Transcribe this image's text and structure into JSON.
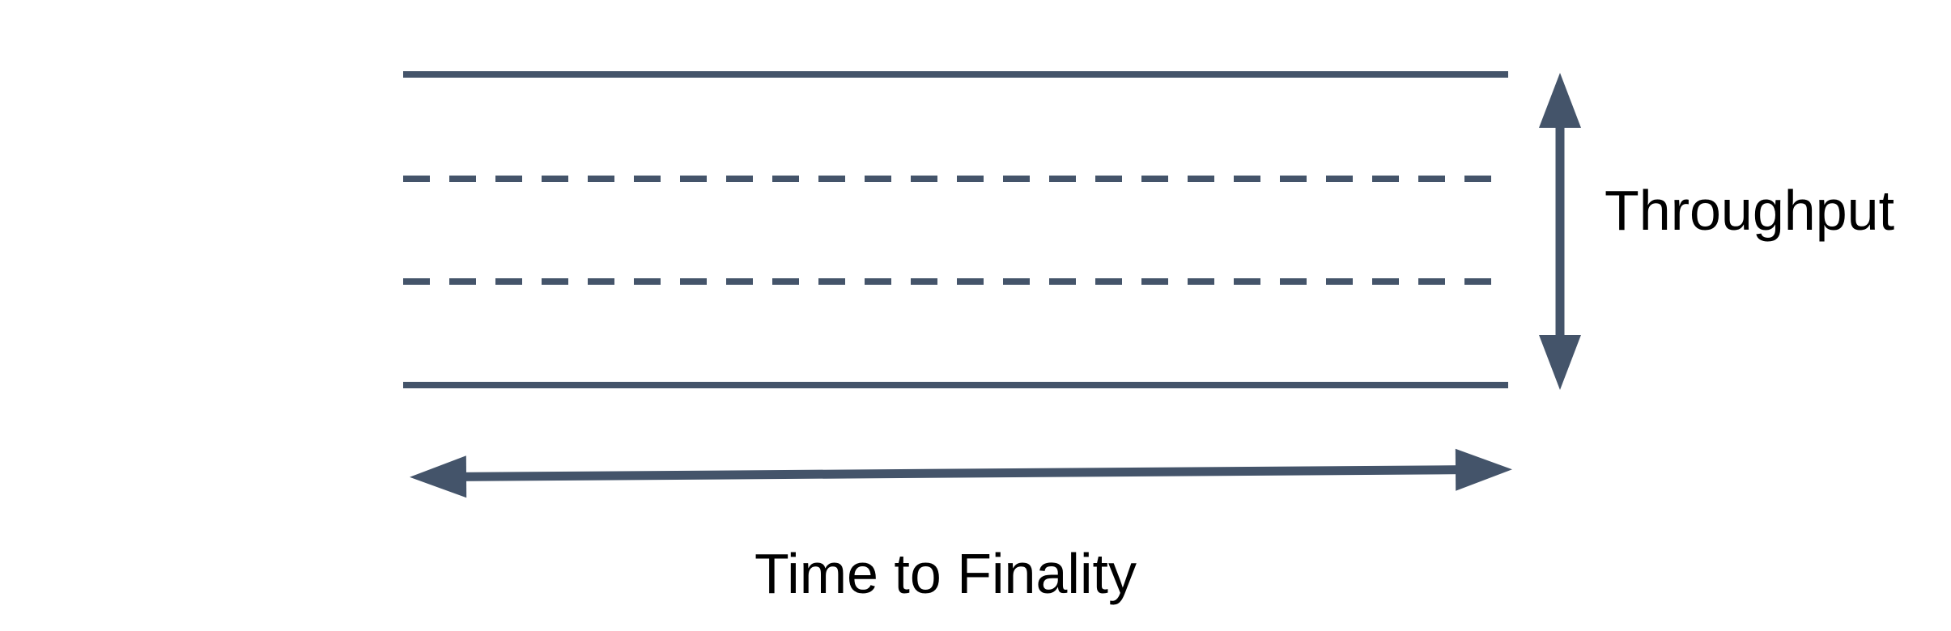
{
  "diagram": {
    "background_color": "#ffffff",
    "shape_color": "#44546A",
    "text_color": "#000000",
    "vertical_axis_label": "Throughput",
    "horizontal_axis_label": "Time to Finality",
    "lane_lines": [
      "solid",
      "dashed",
      "dashed",
      "solid"
    ],
    "arrows": [
      {
        "name": "throughput-arrow",
        "orientation": "vertical",
        "heads": "double"
      },
      {
        "name": "time-to-finality-arrow",
        "orientation": "horizontal",
        "heads": "double"
      }
    ]
  }
}
